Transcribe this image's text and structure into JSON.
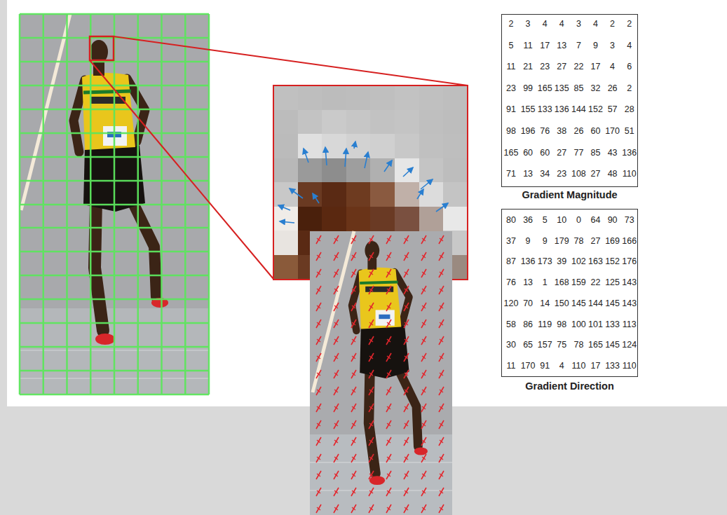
{
  "diagram": {
    "nodes": [
      {
        "text": [
          "Gradient Magnitude"
        ]
      },
      {
        "text": [
          "Gradient Direction"
        ]
      }
    ],
    "labels": [
      "2",
      "3",
      "4",
      "4",
      "3",
      "4",
      "2",
      "2",
      "5",
      "11",
      "17",
      "13",
      "7",
      "9",
      "3",
      "4",
      "11",
      "21",
      "23",
      "27",
      "22",
      "17",
      "4",
      "6",
      "23",
      "99",
      "165",
      "135",
      "85",
      "32",
      "26",
      "2",
      "91",
      "155",
      "133",
      "136",
      "144",
      "152",
      "57",
      "28",
      "98",
      "196",
      "76",
      "38",
      "26",
      "60",
      "170",
      "51",
      "165",
      "60",
      "60",
      "27",
      "77",
      "85",
      "43",
      "136",
      "71",
      "13",
      "34",
      "23",
      "108",
      "27",
      "48",
      "110",
      "80",
      "36",
      "5",
      "10",
      "0",
      "64",
      "90",
      "73",
      "37",
      "9",
      "9",
      "179",
      "78",
      "27",
      "169",
      "166",
      "87",
      "136",
      "173",
      "39",
      "102",
      "163",
      "152",
      "176",
      "76",
      "13",
      "1",
      "168",
      "159",
      "22",
      "125",
      "143",
      "120",
      "70",
      "14",
      "150",
      "145",
      "144",
      "145",
      "143",
      "58",
      "86",
      "119",
      "98",
      "100",
      "101",
      "133",
      "113",
      "30",
      "65",
      "157",
      "75",
      "78",
      "165",
      "145",
      "124",
      "11",
      "170",
      "91",
      "4",
      "110",
      "17",
      "133",
      "110"
    ]
  }
}
